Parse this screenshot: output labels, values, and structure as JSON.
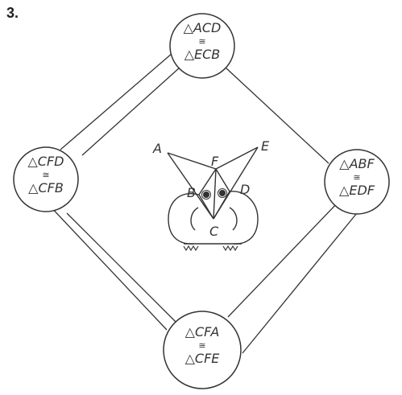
{
  "problem_number": "3.",
  "circles": {
    "top": {
      "line1": "ACD",
      "cong": "≅",
      "line2": "ECB"
    },
    "left": {
      "line1": "CFD",
      "cong": "≅",
      "line2": "CFB"
    },
    "right": {
      "line1": "ABF",
      "cong": "≅",
      "line2": "EDF"
    },
    "bottom": {
      "line1": "CFA",
      "cong": "≅",
      "line2": "CFE"
    }
  },
  "triangle_symbol": "△",
  "points": {
    "A": "A",
    "B": "B",
    "C": "C",
    "D": "D",
    "E": "E",
    "F": "F"
  }
}
